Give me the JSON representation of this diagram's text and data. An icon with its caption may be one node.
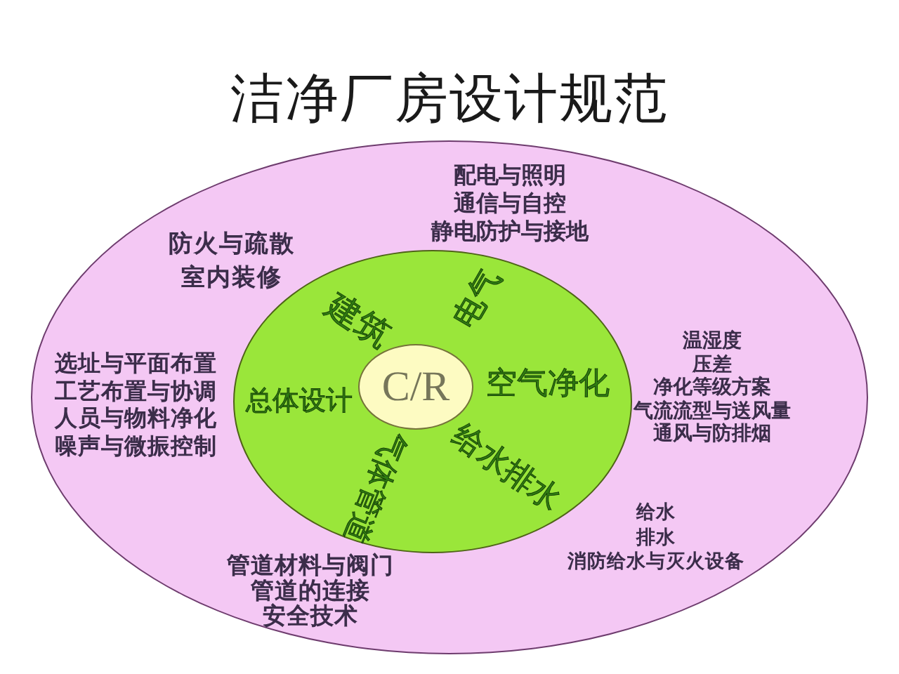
{
  "diagram": {
    "title": "洁净厂房设计规范",
    "nodes": [
      {
        "text": [
          "配电与照明",
          "通信与自控",
          "静电防护与接地",
          "防火与疏散",
          "室内装修",
          "选址与平面布置",
          "工艺布置与协调",
          "人员与物料净化",
          "噪声与微振控制",
          "温湿度",
          "压差",
          "净化等级方案",
          "气流流型与送风量",
          "通风与防排烟",
          "给水",
          "排水",
          "消防给水与灭火设备",
          "管道材料与阀门",
          "管道的连接",
          "安全技术"
        ]
      },
      {
        "text": [
          "建筑",
          "电气",
          "总体设计",
          "空气净化",
          "给水排水",
          "气体管道"
        ],
        "in": 0
      },
      {
        "text": [
          "C/R"
        ],
        "in": 1
      }
    ]
  }
}
